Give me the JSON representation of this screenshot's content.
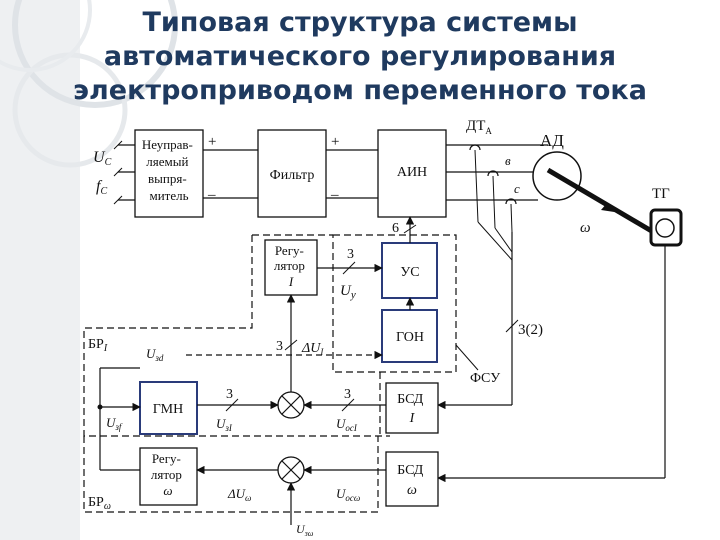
{
  "title": {
    "line1": "Типовая структура системы",
    "line2": "автоматического регулирования",
    "line3": "электроприводом переменного тока"
  },
  "colors": {
    "title": "#1f3a5f",
    "block_border_highlight": "#2a3b7a",
    "background_panel": "#eef0f2"
  },
  "inputs": {
    "uc": "U",
    "uc_sub": "C",
    "fc": "f",
    "fc_sub": "C"
  },
  "blocks": {
    "rectifier": [
      "Неуправ-",
      "ляемый",
      "выпря-",
      "митель"
    ],
    "filter": "Фильтр",
    "ain": "АИН",
    "regulator_i": [
      "Регу-",
      "лятор",
      "I"
    ],
    "us": "УС",
    "gon": "ГОН",
    "gmn": "ГМН",
    "bsd_i": [
      "БСД",
      "I"
    ],
    "regulator_w": [
      "Регу-",
      "лятор",
      "ω"
    ],
    "bsd_w": [
      "БСД",
      "ω"
    ]
  },
  "labels": {
    "plus": "+",
    "minus": "_",
    "dt": "ДТ",
    "dt_sub": "А",
    "ad": "АД",
    "tg": "ТГ",
    "omega": "ω",
    "phase_b": "в",
    "phase_c": "с",
    "six": "6",
    "three": "3",
    "three_two": "3(2)",
    "uy": "U",
    "uy_sub": "у",
    "bri": "БР",
    "bri_sub": "I",
    "brw": "БР",
    "brw_sub": "ω",
    "fsu": "ФСУ",
    "delta_ui": "ΔU",
    "delta_ui_sub": "I",
    "uzd": "U",
    "uzd_sub": "зd",
    "uzf": "U",
    "uzf_sub": "зf",
    "uzi": "U",
    "uzi_sub": "зI",
    "uosi": "U",
    "uosi_sub": "осI",
    "delta_uw": "ΔU",
    "delta_uw_sub": "ω",
    "uosw": "U",
    "uosw_sub": "осω",
    "uzw": "U",
    "uzw_sub": "зω"
  }
}
